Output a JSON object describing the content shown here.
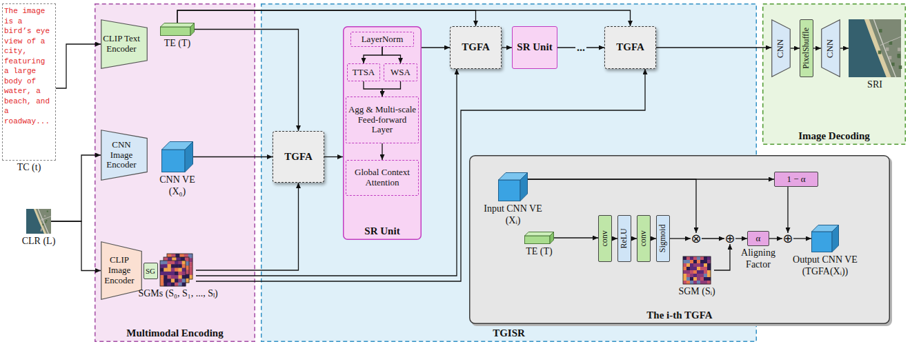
{
  "diagram": {
    "nodes": [
      {
        "text": [
          "The image is a bird’s eye view of a city, featuring a large body of water, a beach, and a roadway...",
          "TC (t)"
        ]
      },
      {
        "text": [
          "CLR (L)"
        ]
      },
      {
        "text": [
          "Multimodal Encoding"
        ]
      },
      {
        "text": [
          "CLIP Text Encoder"
        ],
        "in": 2
      },
      {
        "text": [
          "TE (T)"
        ],
        "in": 2
      },
      {
        "text": [
          "CNN Image Encoder"
        ],
        "in": 2
      },
      {
        "text": [
          "CNN VE (X₀)"
        ],
        "in": 2
      },
      {
        "text": [
          "CLIP Image Encoder"
        ],
        "in": 2
      },
      {
        "text": [
          "SG"
        ],
        "in": 2
      },
      {
        "text": [
          "SGMs (S₀, S₁, ..., Sₗ)"
        ],
        "in": 2
      },
      {
        "text": [
          "TGISR"
        ]
      },
      {
        "text": [
          "TGFA"
        ],
        "in": 10
      },
      {
        "text": [
          "SR Unit"
        ],
        "in": 10
      },
      {
        "text": [
          "LayerNorm"
        ],
        "in": 12
      },
      {
        "text": [
          "TTSA"
        ],
        "in": 12
      },
      {
        "text": [
          "WSA"
        ],
        "in": 12
      },
      {
        "text": [
          "Agg & Multi-scale Feed-forward Layer"
        ],
        "in": 12
      },
      {
        "text": [
          "Global Context Attention"
        ],
        "in": 12
      },
      {
        "text": [
          "TGFA"
        ],
        "in": 10
      },
      {
        "text": [
          "SR Unit"
        ],
        "in": 10
      },
      {
        "text": [
          "TGFA"
        ],
        "in": 10
      },
      {
        "text": [
          "Image Decoding"
        ]
      },
      {
        "text": [
          "CNN"
        ],
        "in": 21
      },
      {
        "text": [
          "PixelShuffle"
        ],
        "in": 21
      },
      {
        "text": [
          "CNN"
        ],
        "in": 21
      },
      {
        "text": [
          "SRI"
        ],
        "in": 21
      },
      {
        "text": [
          "The i-th TGFA"
        ]
      },
      {
        "text": [
          "Input CNN VE (Xᵢ)"
        ],
        "in": 26
      },
      {
        "text": [
          "TE (T)"
        ],
        "in": 26
      },
      {
        "text": [
          "conv"
        ],
        "in": 26
      },
      {
        "text": [
          "ReLU"
        ],
        "in": 26
      },
      {
        "text": [
          "conv"
        ],
        "in": 26
      },
      {
        "text": [
          "Sigmoid"
        ],
        "in": 26
      },
      {
        "text": [
          "⊗"
        ],
        "in": 26
      },
      {
        "text": [
          "⊕"
        ],
        "in": 26
      },
      {
        "text": [
          "SGM (Sᵢ)"
        ],
        "in": 26
      },
      {
        "text": [
          "α",
          "Aligning Factor"
        ],
        "in": 26
      },
      {
        "text": [
          "1 − α"
        ],
        "in": 26
      },
      {
        "text": [
          "⊕"
        ],
        "in": 26
      },
      {
        "text": [
          "Output CNN VE (TGFA(Xᵢ))"
        ],
        "in": 26
      }
    ],
    "edges": [
      {
        "from": 0,
        "to": 3,
        "arrow": "to"
      },
      {
        "from": 1,
        "to": 5,
        "arrow": "to"
      },
      {
        "from": 1,
        "to": 7,
        "arrow": "to"
      },
      {
        "from": 4,
        "to": 11,
        "arrow": "to"
      },
      {
        "from": 4,
        "to": 18,
        "arrow": "to"
      },
      {
        "from": 4,
        "to": 20,
        "arrow": "to"
      },
      {
        "from": 6,
        "to": 11,
        "arrow": "to"
      },
      {
        "from": 9,
        "to": 11,
        "arrow": "to"
      },
      {
        "from": 9,
        "to": 18,
        "arrow": "to"
      },
      {
        "from": 9,
        "to": 20,
        "arrow": "to"
      },
      {
        "from": 11,
        "to": 12,
        "arrow": "to"
      },
      {
        "from": 13,
        "to": 14,
        "arrow": "to"
      },
      {
        "from": 13,
        "to": 15,
        "arrow": "to"
      },
      {
        "from": 14,
        "to": 16,
        "arrow": "to"
      },
      {
        "from": 15,
        "to": 16,
        "arrow": "to"
      },
      {
        "from": 16,
        "to": 17,
        "arrow": "to"
      },
      {
        "from": 12,
        "to": 18,
        "arrow": "to"
      },
      {
        "from": 18,
        "to": 19,
        "arrow": "to"
      },
      {
        "from": 19,
        "to": 20,
        "label": "...",
        "arrow": "to"
      },
      {
        "from": 20,
        "to": 22,
        "arrow": "to"
      },
      {
        "from": 22,
        "to": 23,
        "arrow": "to"
      },
      {
        "from": 23,
        "to": 24,
        "arrow": "to"
      },
      {
        "from": 24,
        "to": 25,
        "arrow": "to"
      },
      {
        "from": 27,
        "to": 33,
        "arrow": "to"
      },
      {
        "from": 27,
        "to": 37,
        "arrow": "to"
      },
      {
        "from": 28,
        "to": 29,
        "arrow": "to"
      },
      {
        "from": 29,
        "to": 30,
        "arrow": "to"
      },
      {
        "from": 30,
        "to": 31,
        "arrow": "to"
      },
      {
        "from": 31,
        "to": 32,
        "arrow": "to"
      },
      {
        "from": 32,
        "to": 33,
        "arrow": "to"
      },
      {
        "from": 33,
        "to": 34,
        "arrow": "to"
      },
      {
        "from": 35,
        "to": 34,
        "arrow": "to"
      },
      {
        "from": 34,
        "to": 36,
        "arrow": "to"
      },
      {
        "from": 36,
        "to": 38,
        "arrow": "to"
      },
      {
        "from": 37,
        "to": 38,
        "arrow": "to"
      },
      {
        "from": 38,
        "to": 39,
        "arrow": "to"
      }
    ]
  }
}
